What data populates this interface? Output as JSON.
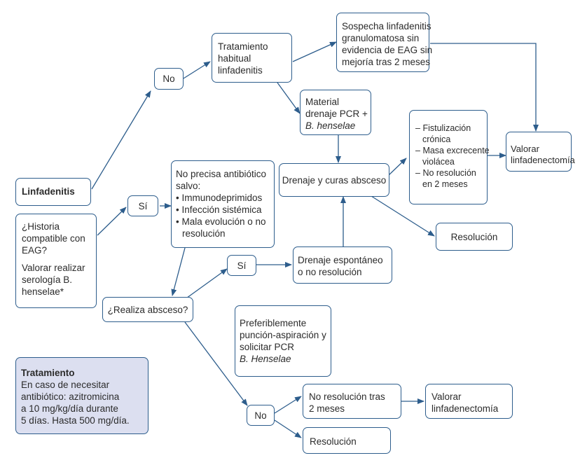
{
  "colors": {
    "stroke": "#2d5d8c",
    "text": "#2b2b2b",
    "tint": "#dcdff0"
  },
  "nodes": {
    "linfadenitis": "Linfadenitis",
    "historia": {
      "q": [
        "¿Historia",
        "compatible con",
        "EAG?"
      ],
      "v": [
        "Valorar realizar",
        "serología B.",
        "henselae*"
      ]
    },
    "si_left": "Sí",
    "no_top": "No",
    "tratamiento_habitual": [
      "Tratamiento",
      "habitual",
      "linfadenitis"
    ],
    "sospecha": [
      "Sospecha linfadenitis",
      "granulomatosa sin",
      "evidencia de EAG sin",
      "mejoría tras 2 meses"
    ],
    "material": {
      "lines": [
        "Material",
        "drenaje PCR +"
      ],
      "italic": "B. henselae"
    },
    "no_precisa": {
      "lines": [
        "No precisa antibiótico",
        "salvo:"
      ],
      "items": [
        "Immunodeprimidos",
        "Infección sistémica",
        "Mala evolución o no",
        "resolución"
      ]
    },
    "drenaje_curas": "Drenaje y curas absceso",
    "fistulizacion": {
      "items": [
        "Fistulización",
        "crónica",
        "Masa excrecente",
        "violácea",
        "No resolución",
        "en 2 meses"
      ]
    },
    "valorar_top": [
      "Valorar",
      "linfadenectomía"
    ],
    "resolucion_mid": "Resolución",
    "si_mid": "Sí",
    "drenaje_espontaneo": [
      "Drenaje espontáneo",
      "o no resolución"
    ],
    "realiza_absceso": "¿Realiza absceso?",
    "preferiblemente": {
      "lines": [
        "Preferiblemente",
        "punción-aspiración y",
        "solicitar PCR"
      ],
      "italic": "B. Henselae"
    },
    "tratamiento_box": {
      "title": "Tratamiento",
      "lines": [
        "En caso de necesitar",
        "antibiótico: azitromicina",
        "a 10 mg/kg/día durante",
        "5 días. Hasta 500 mg/día."
      ]
    },
    "no_bottom": "No",
    "no_resolucion_tras": [
      "No resolución tras",
      "2 meses"
    ],
    "valorar_bottom": [
      "Valorar",
      "linfadenectomía"
    ],
    "resolucion_bottom": "Resolución"
  }
}
